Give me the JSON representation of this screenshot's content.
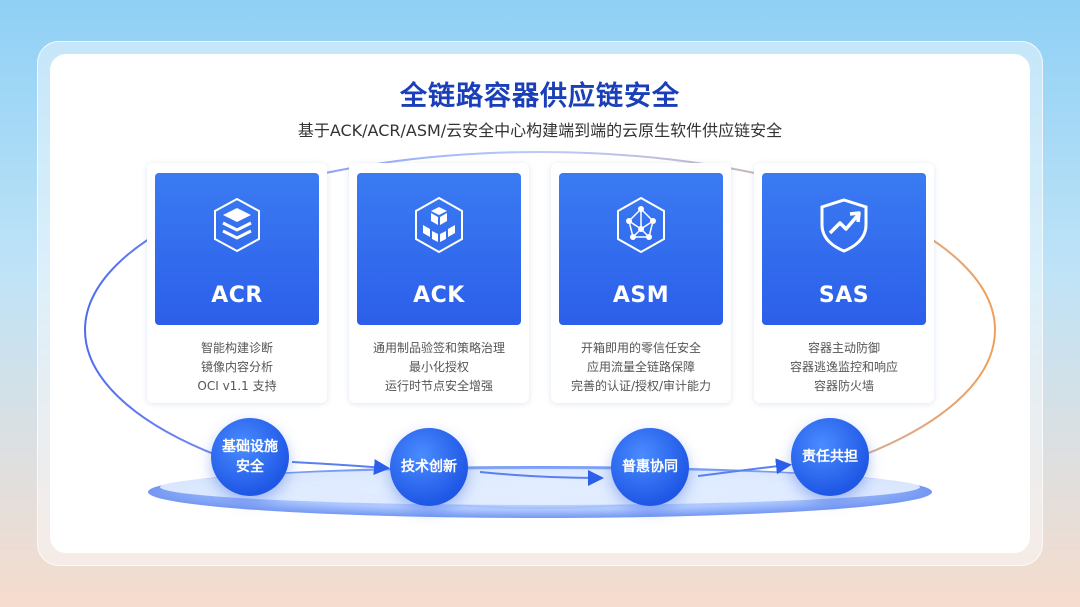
{
  "header": {
    "title": "全链路容器供应链安全",
    "subtitle": "基于ACK/ACR/ASM/云安全中心构建端到端的云原生软件供应链安全"
  },
  "cards": [
    {
      "name": "ACR",
      "icon": "layers-icon",
      "lines": [
        "智能构建诊断",
        "镜像内容分析",
        "OCI v1.1 支持"
      ]
    },
    {
      "name": "ACK",
      "icon": "cubes-icon",
      "lines": [
        "通用制品验签和策略治理",
        "最小化授权",
        "运行时节点安全增强"
      ]
    },
    {
      "name": "ASM",
      "icon": "network-icon",
      "lines": [
        "开箱即用的零信任安全",
        "应用流量全链路保障",
        "完善的认证/授权/审计能力"
      ]
    },
    {
      "name": "SAS",
      "icon": "shield-icon",
      "lines": [
        "容器主动防御",
        "容器逃逸监控和响应",
        "容器防火墙"
      ]
    }
  ],
  "flow": [
    "基础设施\n安全",
    "技术创新",
    "普惠协同",
    "责任共担"
  ],
  "colors": {
    "accent": "#2c5fea",
    "title": "#1a3fb8",
    "orbit_left": "#4f6cf0",
    "orbit_right": "#f0a05a"
  }
}
